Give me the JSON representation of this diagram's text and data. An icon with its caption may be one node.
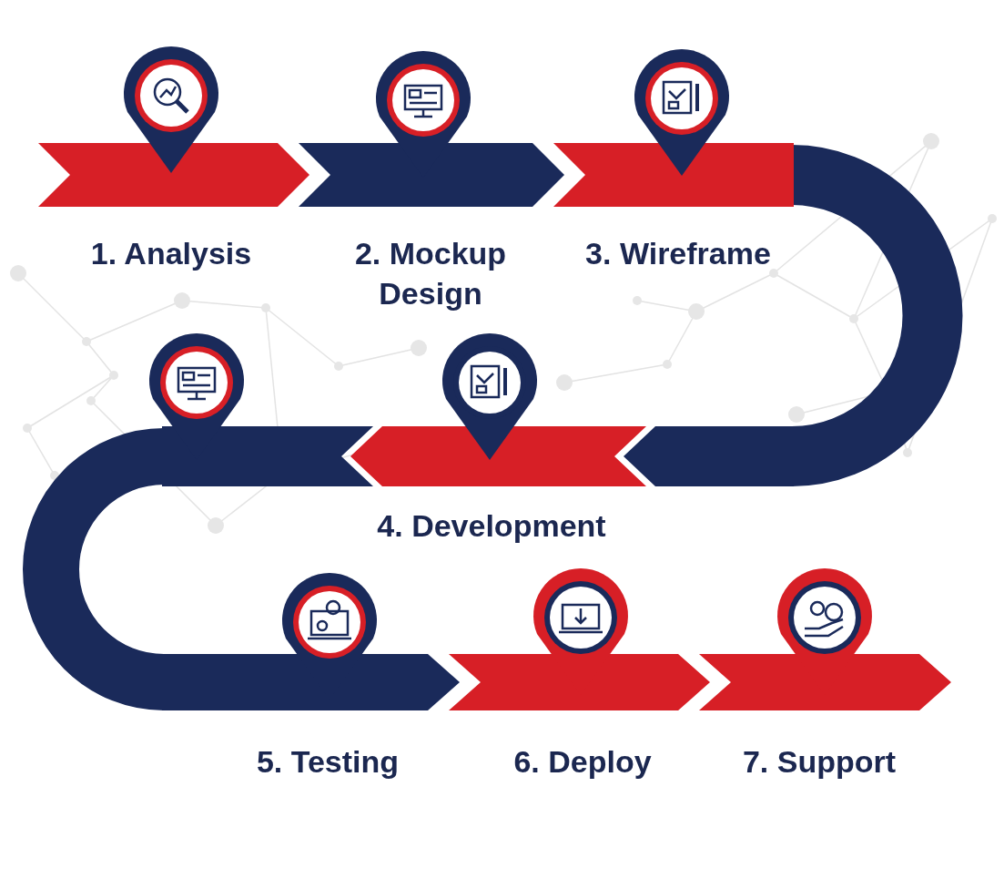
{
  "diagram": {
    "nodes": [
      {
        "text": [
          "1. Analysis"
        ]
      },
      {
        "text": [
          "2. Mockup Design"
        ]
      },
      {
        "text": [
          "3. Wireframe"
        ]
      },
      {
        "text": [
          "4. Development"
        ]
      },
      {
        "text": [
          "5. Testing"
        ]
      },
      {
        "text": [
          "6. Deploy"
        ]
      },
      {
        "text": [
          "7. Support"
        ]
      }
    ]
  }
}
